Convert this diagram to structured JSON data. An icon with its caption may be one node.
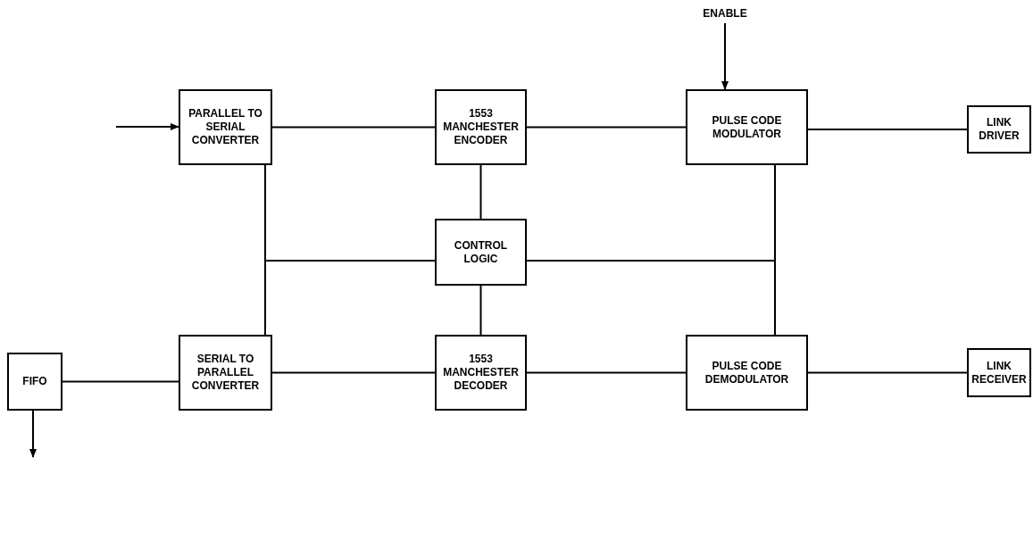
{
  "diagram": {
    "nodes": [
      {
        "text": [
          "ENABLE"
        ]
      },
      {
        "text": [
          "PARALLEL TO SERIAL CONVERTER"
        ]
      },
      {
        "text": [
          "1553 MANCHESTER ENCODER"
        ]
      },
      {
        "text": [
          "PULSE CODE MODULATOR"
        ]
      },
      {
        "text": [
          "LINK DRIVER"
        ]
      },
      {
        "text": [
          "CONTROL LOGIC"
        ]
      },
      {
        "text": [
          "FIFO"
        ]
      },
      {
        "text": [
          "SERIAL TO PARALLEL CONVERTER"
        ]
      },
      {
        "text": [
          "1553 MANCHESTER DECODER"
        ]
      },
      {
        "text": [
          "PULSE CODE DEMODULATOR"
        ]
      },
      {
        "text": [
          "LINK RECEIVER"
        ]
      }
    ],
    "edges": [
      {
        "from": null,
        "to": 1,
        "arrow": "to"
      },
      {
        "from": 0,
        "to": 3,
        "arrow": "to"
      },
      {
        "from": 1,
        "to": 2,
        "arrow": "none"
      },
      {
        "from": 2,
        "to": 3,
        "arrow": "none"
      },
      {
        "from": 3,
        "to": 4,
        "arrow": "none"
      },
      {
        "from": 2,
        "to": 5,
        "arrow": "none"
      },
      {
        "from": 5,
        "to": 8,
        "arrow": "none"
      },
      {
        "from": 1,
        "to": 7,
        "arrow": "none"
      },
      {
        "from": 5,
        "to": 1,
        "arrow": "none"
      },
      {
        "from": 5,
        "to": 7,
        "arrow": "none"
      },
      {
        "from": 3,
        "to": 9,
        "arrow": "none"
      },
      {
        "from": 5,
        "to": 3,
        "arrow": "none"
      },
      {
        "from": 5,
        "to": 9,
        "arrow": "none"
      },
      {
        "from": 6,
        "to": 7,
        "arrow": "none"
      },
      {
        "from": 7,
        "to": 8,
        "arrow": "none"
      },
      {
        "from": 8,
        "to": 9,
        "arrow": "none"
      },
      {
        "from": 9,
        "to": 10,
        "arrow": "none"
      },
      {
        "from": 6,
        "to": null,
        "arrow": "to"
      }
    ]
  }
}
